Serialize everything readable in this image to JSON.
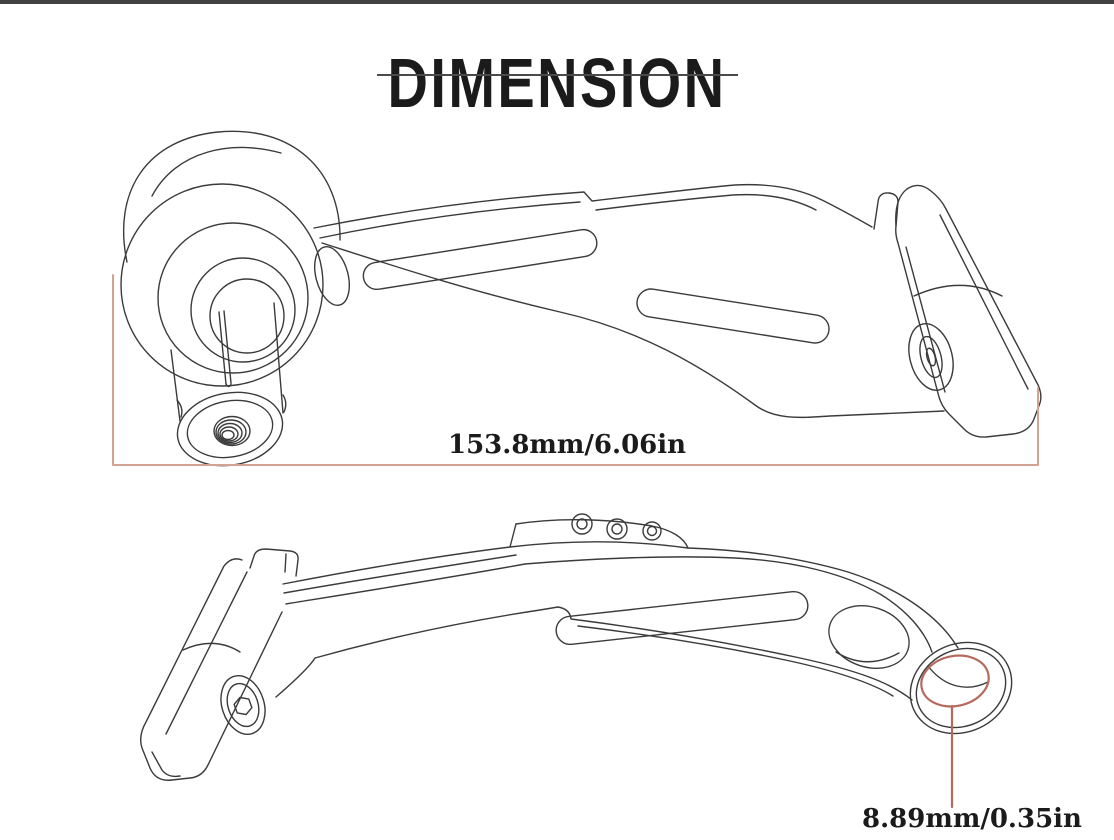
{
  "page": {
    "title": "DIMENSION",
    "background_color": "#ffffff",
    "top_bar_color": "#424242",
    "line_color": "#3b3b3b",
    "dim_line_color": "#d4a294",
    "highlight_color": "#b66a5e",
    "text_color": "#1b1b1b"
  },
  "figures": {
    "top_view": {
      "name": "lever-guard-side-view",
      "dimension_label": "153.8mm/6.06in"
    },
    "bottom_view": {
      "name": "lever-guard-underside-view",
      "dimension_label": "8.89mm/0.35in"
    }
  }
}
